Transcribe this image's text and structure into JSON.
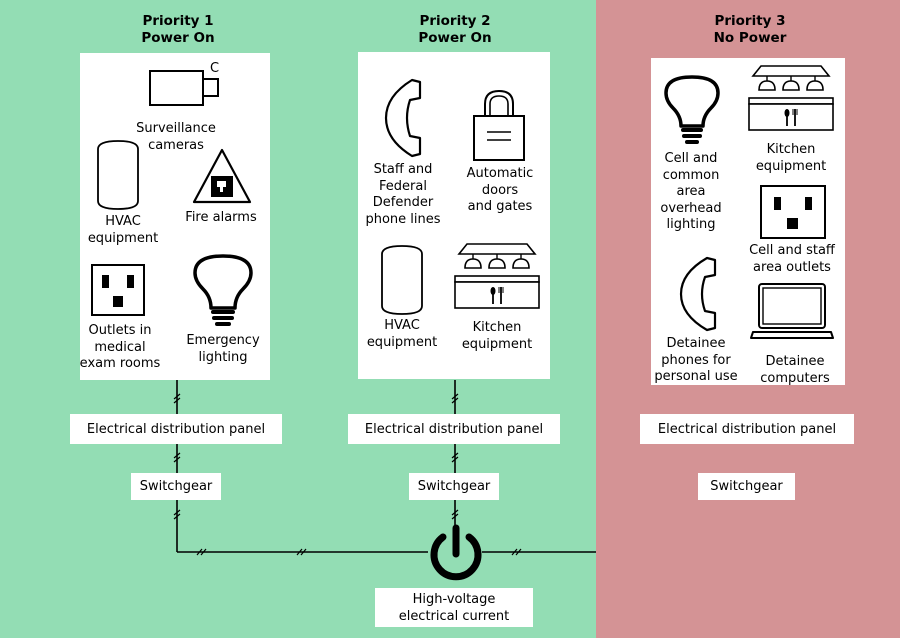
{
  "colors": {
    "powered_background": "#93DDB4",
    "unpowered_background": "#D49395",
    "panel_background": "#FFFFFF",
    "wire": "#000000"
  },
  "priority1": {
    "title": "Priority 1",
    "status": "Power On",
    "items": [
      {
        "label_lines": [
          "Surveillance",
          "cameras"
        ],
        "icon": "camera-icon",
        "icon_letter": "C"
      },
      {
        "label_lines": [
          "HVAC",
          "equipment"
        ],
        "icon": "hvac-unit-icon"
      },
      {
        "label_lines": [
          "Fire alarms"
        ],
        "icon": "fire-alarm-icon"
      },
      {
        "label_lines": [
          "Outlets in",
          "medical",
          "exam rooms"
        ],
        "icon": "power-outlet-icon"
      },
      {
        "label_lines": [
          "Emergency",
          "lighting"
        ],
        "icon": "light-bulb-icon"
      }
    ],
    "panel": "Electrical distribution panel",
    "switchgear": "Switchgear"
  },
  "priority2": {
    "title": "Priority 2",
    "status": "Power On",
    "items": [
      {
        "label_lines": [
          "Staff and",
          "Federal",
          "Defender",
          "phone lines"
        ],
        "icon": "phone-handset-icon"
      },
      {
        "label_lines": [
          "Automatic",
          "doors",
          "and gates"
        ],
        "icon": "padlock-icon"
      },
      {
        "label_lines": [
          "HVAC",
          "equipment"
        ],
        "icon": "hvac-unit-icon"
      },
      {
        "label_lines": [
          "Kitchen",
          "equipment"
        ],
        "icon": "kitchen-icon"
      }
    ],
    "panel": "Electrical distribution panel",
    "switchgear": "Switchgear"
  },
  "priority3": {
    "title": "Priority 3",
    "status": "No Power",
    "items": [
      {
        "label_lines": [
          "Cell and",
          "common",
          "area",
          "overhead",
          "lighting"
        ],
        "icon": "light-bulb-icon"
      },
      {
        "label_lines": [
          "Kitchen",
          "equipment"
        ],
        "icon": "kitchen-icon"
      },
      {
        "label_lines": [
          "Cell and staff",
          "area outlets"
        ],
        "icon": "power-outlet-icon"
      },
      {
        "label_lines": [
          "Detainee",
          "phones for",
          "personal use"
        ],
        "icon": "phone-handset-icon"
      },
      {
        "label_lines": [
          "Detainee",
          "computers"
        ],
        "icon": "laptop-icon"
      }
    ],
    "panel": "Electrical distribution panel",
    "switchgear": "Switchgear"
  },
  "source": {
    "label_lines": [
      "High-voltage",
      "electrical current"
    ],
    "icon": "power-symbol-icon"
  }
}
